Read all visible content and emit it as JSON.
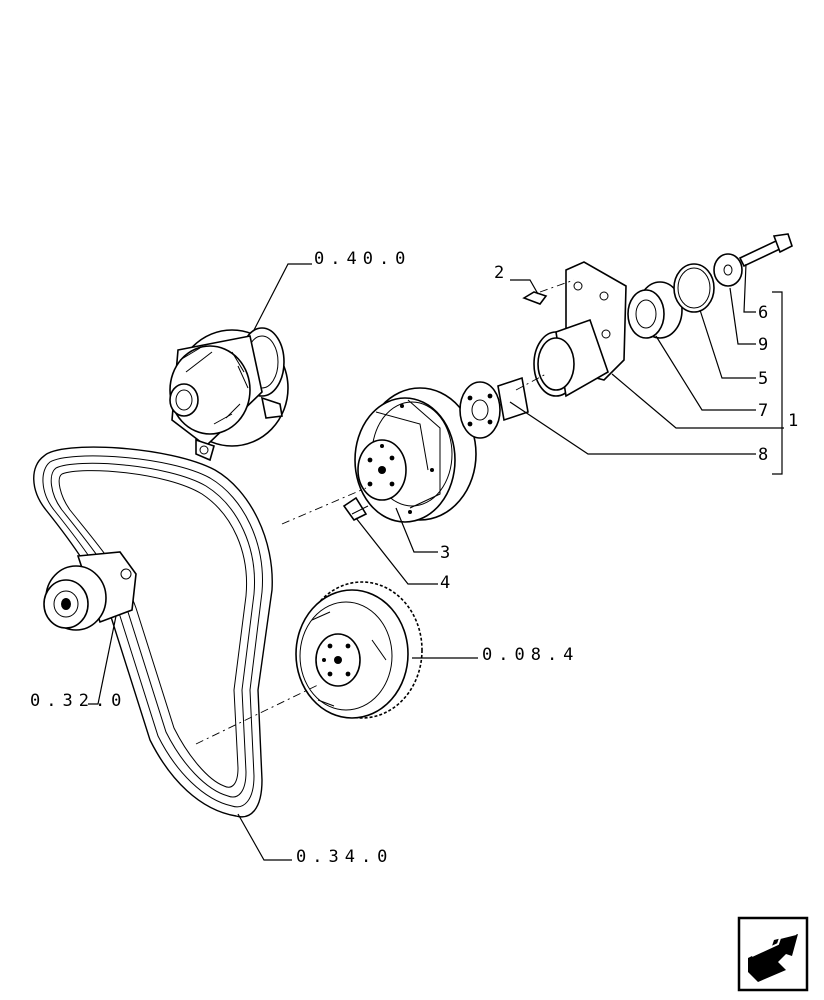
{
  "callouts": {
    "c1": "1",
    "c2": "2",
    "c3": "3",
    "c4": "4",
    "c5": "5",
    "c6": "6",
    "c7": "7",
    "c8": "8",
    "c9": "9"
  },
  "references": {
    "alternator": "0.40.0",
    "tensioner": "0.32.0",
    "belt": "0.34.0",
    "crank_pulley": "0.08.4"
  },
  "icons": {
    "nav": "next-page-arrow-icon"
  }
}
